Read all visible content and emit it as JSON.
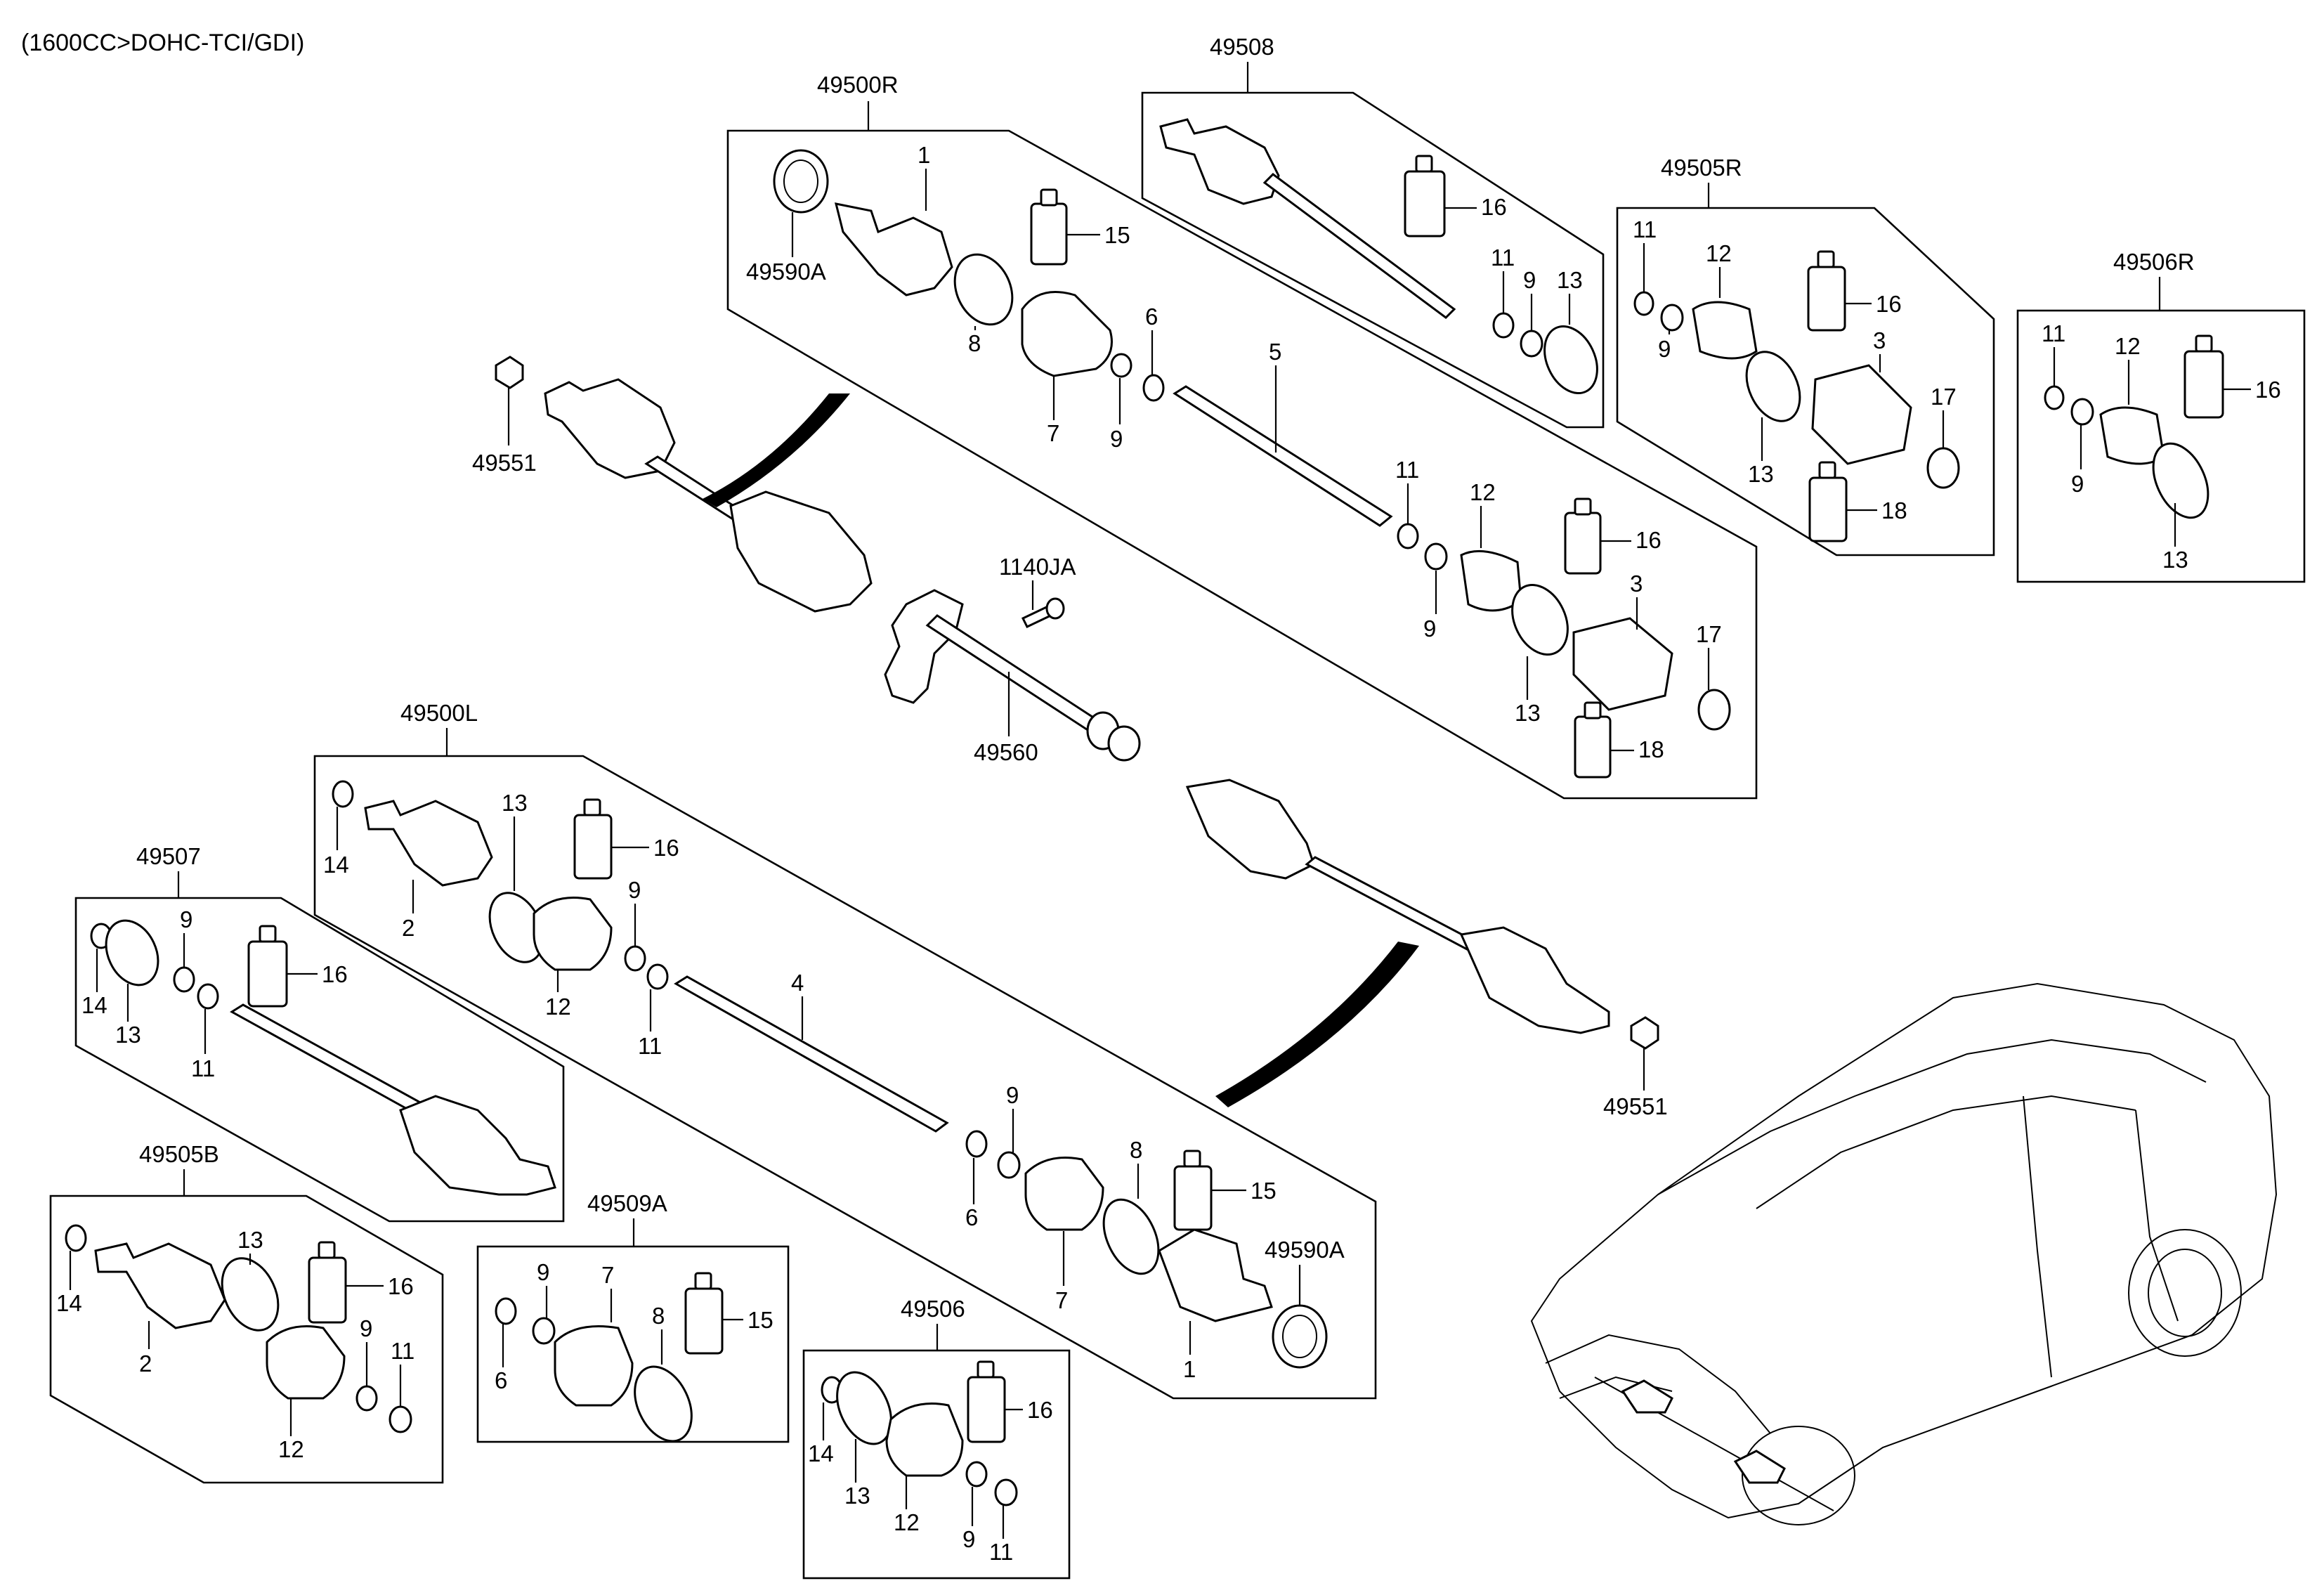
{
  "header": {
    "engine_spec": "(1600CC>DOHC-TCI/GDI)"
  },
  "groups": [
    {
      "id": "49500R",
      "items": [
        "1",
        "49590A",
        "15",
        "8",
        "7",
        "6",
        "9",
        "5",
        "11",
        "12",
        "16",
        "9",
        "13",
        "3",
        "17",
        "18"
      ]
    },
    {
      "id": "49508",
      "items": [
        "16",
        "11",
        "9",
        "13"
      ]
    },
    {
      "id": "49505R",
      "items": [
        "11",
        "12",
        "16",
        "9",
        "3",
        "13",
        "17",
        "18"
      ]
    },
    {
      "id": "49506R",
      "items": [
        "11",
        "12",
        "16",
        "9",
        "13"
      ]
    },
    {
      "id": "49500L",
      "items": [
        "14",
        "13",
        "16",
        "2",
        "9",
        "12",
        "11",
        "4",
        "9",
        "8",
        "15",
        "6",
        "7",
        "49590A",
        "1"
      ]
    },
    {
      "id": "49507",
      "items": [
        "9",
        "16",
        "14",
        "13",
        "11"
      ]
    },
    {
      "id": "49505B",
      "items": [
        "13",
        "16",
        "14",
        "2",
        "9",
        "11",
        "12"
      ]
    },
    {
      "id": "49509A",
      "items": [
        "9",
        "7",
        "8",
        "15",
        "6"
      ]
    },
    {
      "id": "49506",
      "items": [
        "16",
        "14",
        "13",
        "12",
        "9",
        "11"
      ]
    }
  ],
  "loose_parts": [
    "49551",
    "1140JA",
    "49560",
    "49551"
  ]
}
